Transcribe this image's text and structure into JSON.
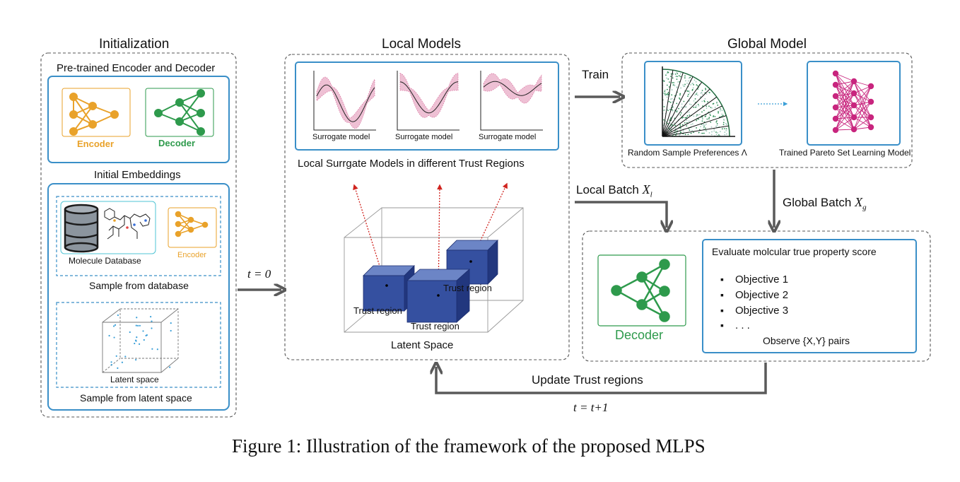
{
  "figure": {
    "caption": "Figure 1: Illustration of the framework of the proposed MLPS"
  },
  "initialization": {
    "title": "Initialization",
    "pretrained_title": "Pre-trained Encoder and Decoder",
    "encoder_label": "Encoder",
    "decoder_label": "Decoder",
    "embeddings_title": "Initial Embeddings",
    "molecule_db_label": "Molecule Database",
    "small_encoder_label": "Encoder",
    "sample_db_label": "Sample from database",
    "latent_space_label": "Latent space",
    "sample_latent_label": "Sample from latent space"
  },
  "local_models": {
    "title": "Local Models",
    "surrogate_labels": [
      "Surrogate model",
      "Surrogate model",
      "Surrogate model"
    ],
    "surrogates_caption": "Local Surrgate Models in different Trust Regions",
    "trust_region_labels": [
      "Trust region",
      "Trust region",
      "Trust region"
    ],
    "latent_space_caption": "Latent Space"
  },
  "global_model": {
    "title": "Global Model",
    "preferences_label": "Random Sample Preferences Λ",
    "psl_label": "Trained Pareto Set Learning Model"
  },
  "evaluation": {
    "decoder_label": "Decoder",
    "title": "Evaluate molcular true property score",
    "objectives": [
      "Objective 1",
      "Objective 2",
      "Objective 3"
    ],
    "ellipsis": ". . .",
    "observe_label": "Observe {X,Y} pairs"
  },
  "arrows": {
    "train_label": "Train",
    "local_batch_label": "Local Batch",
    "local_batch_symbol": "X",
    "local_batch_sub": "l",
    "global_batch_label": "Global Batch",
    "global_batch_symbol": "X",
    "global_batch_sub": "g",
    "t0_label": "t = 0",
    "update_label": "Update Trust regions",
    "t_update_label": "t = t+1"
  },
  "colors": {
    "encoder": "#E9A22A",
    "decoder": "#2E9A4C",
    "panel_blue": "#3A8FC8",
    "arrow_gray": "#5a5a5a",
    "cube_blue": "#3550A0",
    "surrogate_pink": "#D9739F",
    "red_arrow": "#D0241F",
    "psl_magenta": "#C8257E"
  }
}
